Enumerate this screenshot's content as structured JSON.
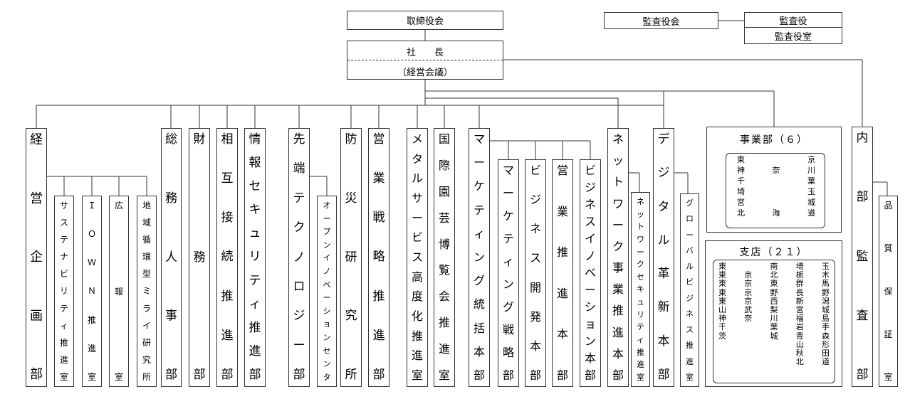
{
  "board": "取締役会",
  "president": "社　　長",
  "management_meeting": "（経営会議）",
  "audit_board": "監査役会",
  "auditors": "監査役",
  "auditors_office": "監査役室",
  "departments": {
    "keiei": "経営企画部",
    "sustain": "サステナビリティ推進室",
    "iown": "ＩＯＷＮ推進室",
    "kouhou": "広報室",
    "chiiki": "地域循環型ミライ研究所",
    "soumu": "総務人事部",
    "zaimu": "財務部",
    "sougo": "相互接続推進部",
    "joho": "情報セキュリティ推進部",
    "sentan": "先端テクノロジー部",
    "open": "オープンイノベーションセンタ",
    "bousai": "防災研究所",
    "eigyou_senryaku": "営業戦略推進部",
    "metal": "メタルサービス高度化推進室",
    "engei": "国際園芸博覧会推進室",
    "marketing_tokatsu": "マーケティング統括本部",
    "marketing_senryaku": "マーケティング戦略部",
    "business_dev": "ビジネス開発本部",
    "eigyou_suishin": "営業推進本部",
    "biz_innovation": "ビジネスイノベーション本部",
    "network": "ネットワーク事業推進本部",
    "network_sec": "ネットワークセキュリティ推進室",
    "digital": "デジタル革新本部",
    "global": "グローバルビジネス推進室",
    "naibu": "内部監査部",
    "hinshitsu": "品質保証室"
  },
  "jigyoubu": {
    "title": "事業部（６）",
    "rows": [
      [
        "東",
        "",
        "京"
      ],
      [
        "神",
        "奈",
        "川"
      ],
      [
        "千",
        "",
        "葉"
      ],
      [
        "埼",
        "",
        "玉"
      ],
      [
        "宮",
        "",
        "城"
      ],
      [
        "北",
        "海",
        "道"
      ]
    ]
  },
  "shiten": {
    "title": "支店（２１）",
    "columns": [
      "東東東東東山神千茨",
      "　京京京京武奈　　",
      "南北東野西梨川葉城",
      "埼栃群長新宮福岩青山秋北",
      "玉木馬野潟城島手森形田道"
    ]
  }
}
